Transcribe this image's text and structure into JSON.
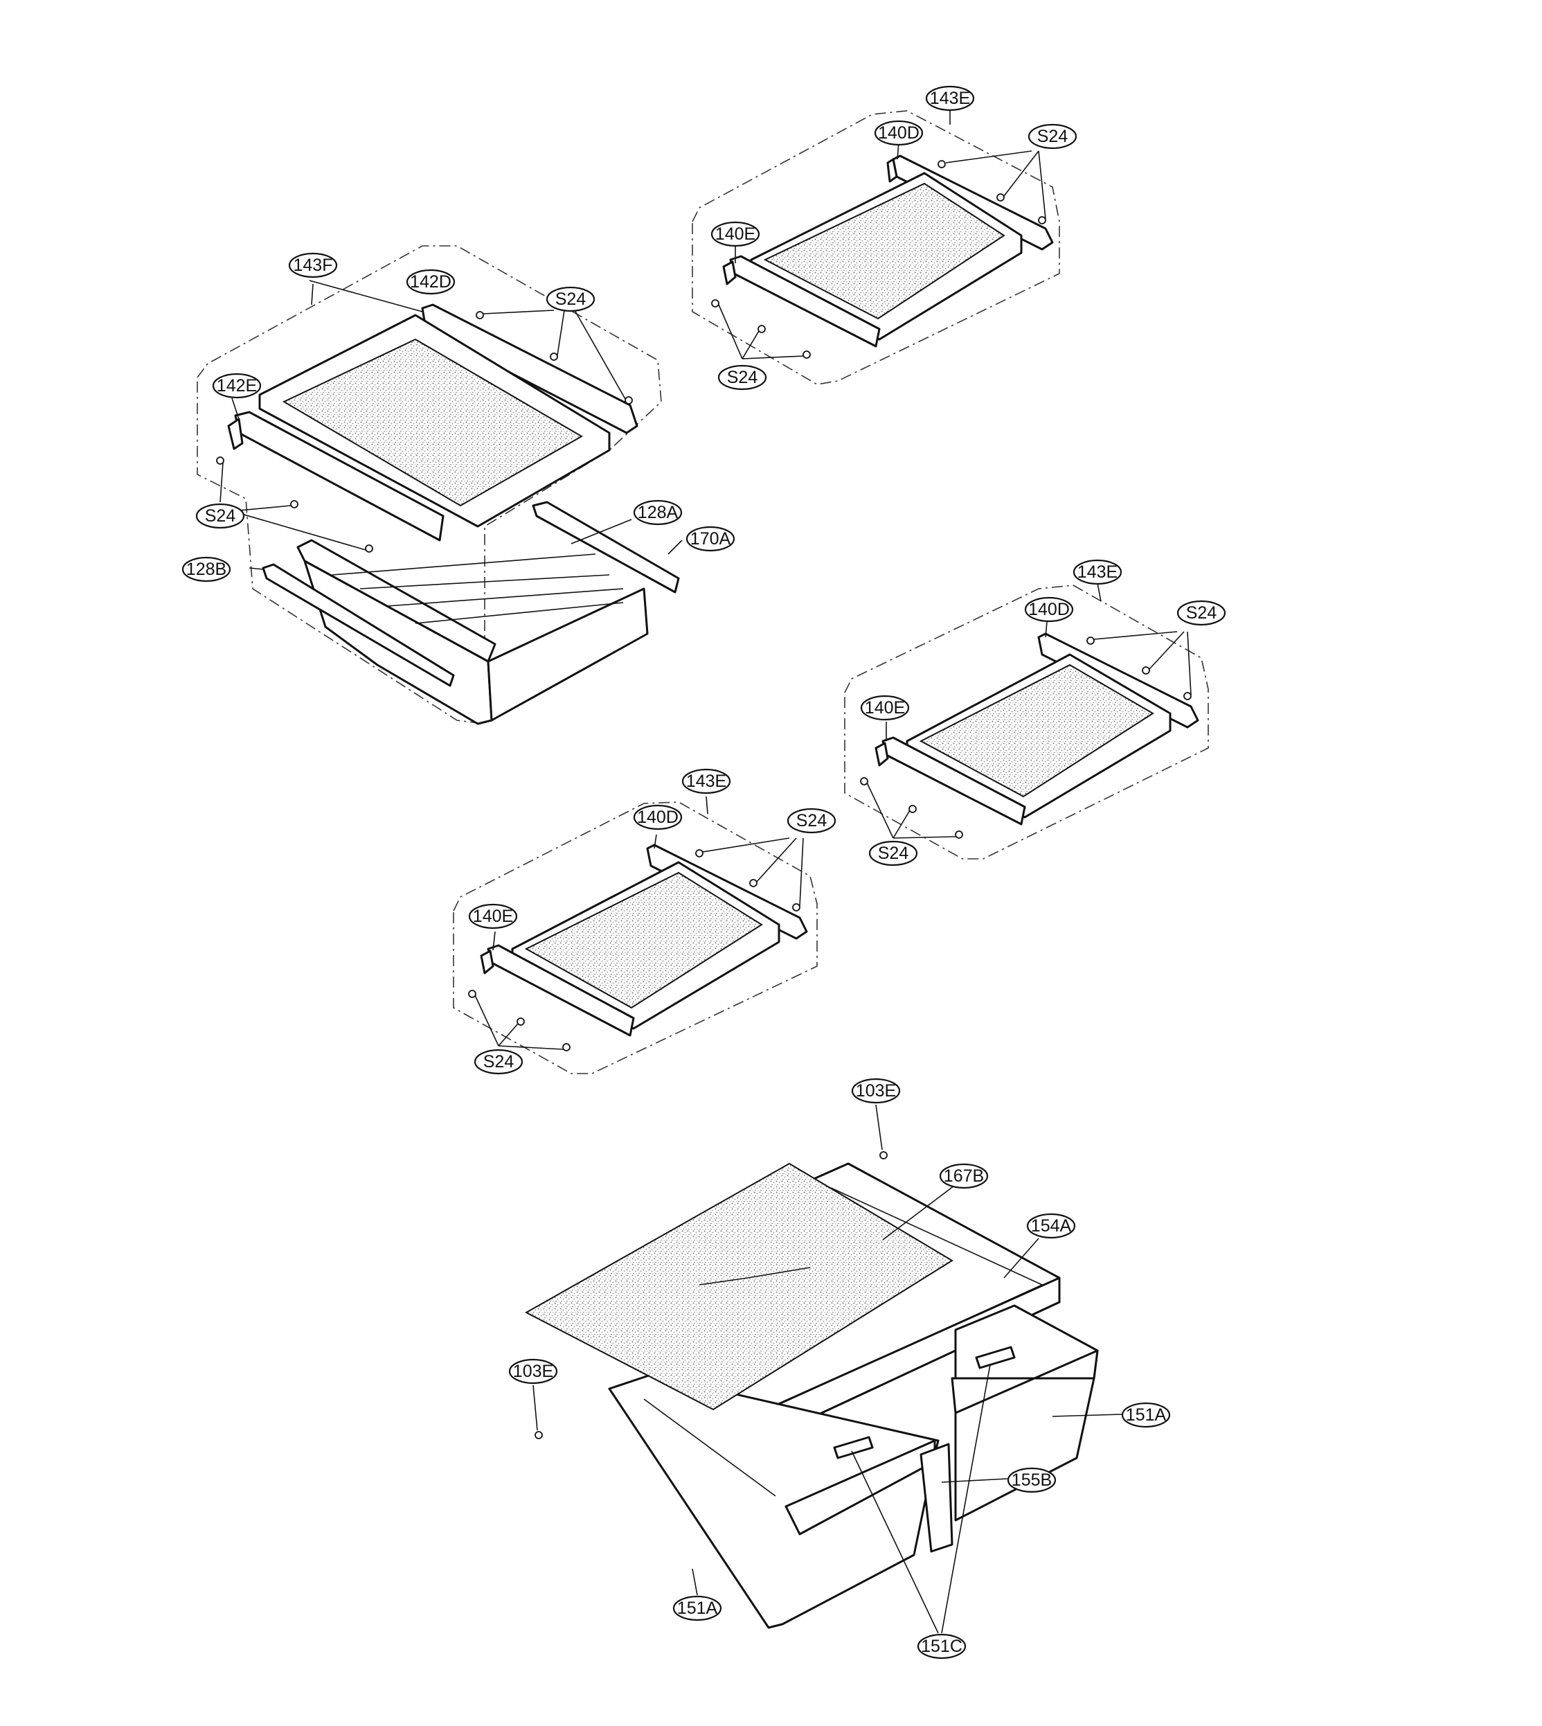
{
  "callouts": {
    "c143e_1": "143E",
    "c140d_1": "140D",
    "c140e_1": "140E",
    "s24_1a": "S24",
    "s24_1b": "S24",
    "c143f": "143F",
    "c142d": "142D",
    "c142e": "142E",
    "s24_2a": "S24",
    "s24_2b": "S24",
    "c128a": "128A",
    "c170a": "170A",
    "c128b": "128B",
    "c143e_2": "143E",
    "c140d_2": "140D",
    "c140e_2": "140E",
    "s24_3a": "S24",
    "s24_3b": "S24",
    "c143e_3": "143E",
    "c140d_3": "140D",
    "c140e_3": "140E",
    "s24_4a": "S24",
    "s24_4b": "S24",
    "c103e_1": "103E",
    "c103e_2": "103E",
    "c167b": "167B",
    "c154a": "154A",
    "c151a_1": "151A",
    "c151a_2": "151A",
    "c155b": "155B",
    "c151c": "151C"
  }
}
